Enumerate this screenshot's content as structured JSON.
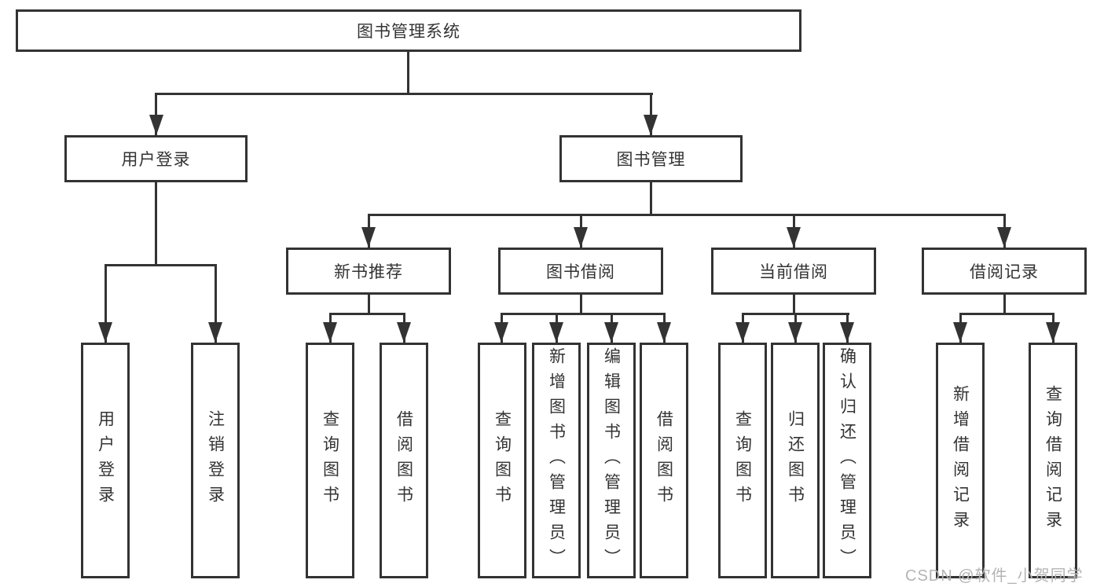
{
  "diagram_title": "图书管理系统",
  "colors": {
    "line": "#333333",
    "node_border": "#333333",
    "node_text": "#333333",
    "background": "#ffffff",
    "watermark": "#b4b4b4"
  },
  "tree": {
    "root": {
      "label": "图书管理系统",
      "children": [
        {
          "label": "用户登录",
          "children": [
            {
              "label": "用户登录"
            },
            {
              "label": "注销登录"
            }
          ]
        },
        {
          "label": "图书管理",
          "children": [
            {
              "label": "新书推荐",
              "children": [
                {
                  "label": "查询图书"
                },
                {
                  "label": "借阅图书"
                }
              ]
            },
            {
              "label": "图书借阅",
              "children": [
                {
                  "label": "查询图书"
                },
                {
                  "label": "新增图书（管理员）"
                },
                {
                  "label": "编辑图书（管理员）"
                },
                {
                  "label": "借阅图书"
                }
              ]
            },
            {
              "label": "当前借阅",
              "children": [
                {
                  "label": "查询图书"
                },
                {
                  "label": "归还图书"
                },
                {
                  "label": "确认归还（管理员）"
                }
              ]
            },
            {
              "label": "借阅记录",
              "children": [
                {
                  "label": "新增借阅记录"
                },
                {
                  "label": "查询借阅记录"
                }
              ]
            }
          ]
        }
      ]
    }
  },
  "watermark": {
    "text": "CSDN @软件_小贺同学"
  }
}
